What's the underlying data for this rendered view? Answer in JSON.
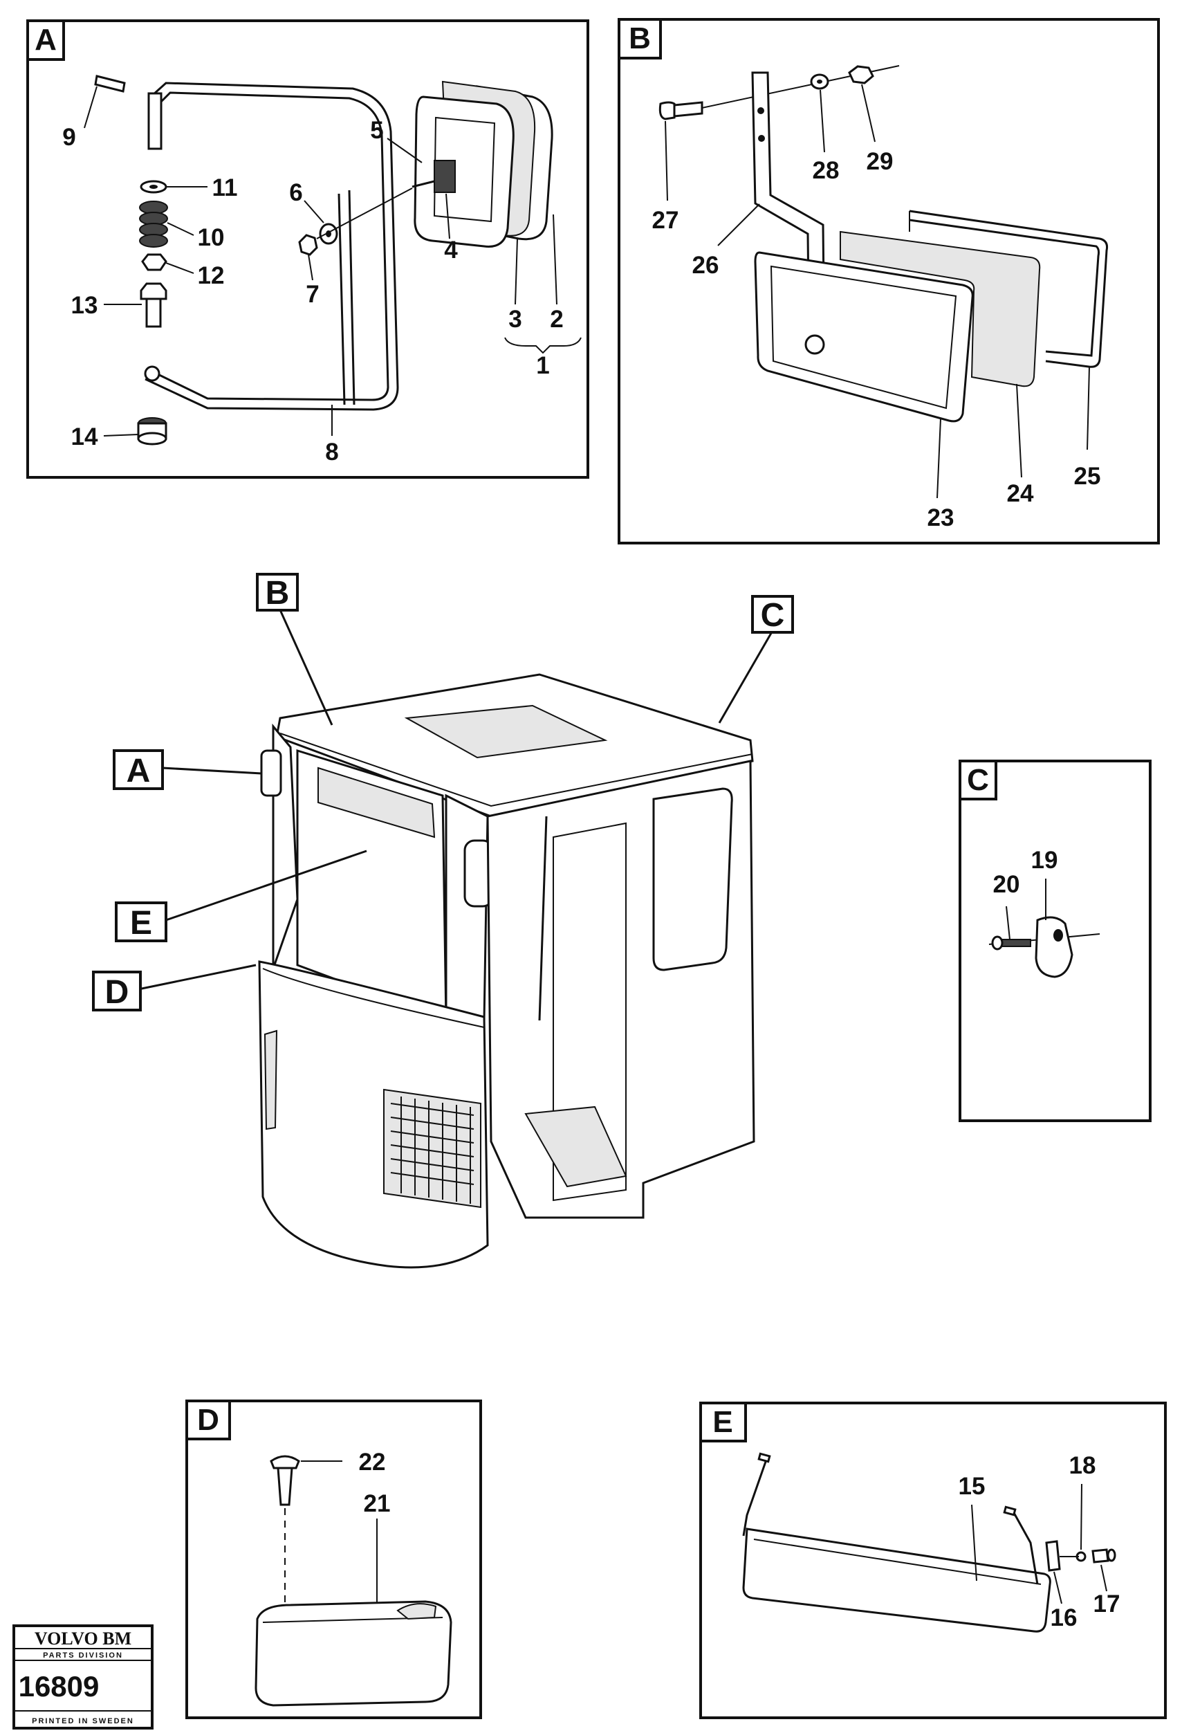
{
  "panels": {
    "A": {
      "label": "A",
      "callouts": [
        "9",
        "11",
        "10",
        "12",
        "13",
        "14",
        "8",
        "5",
        "6",
        "7",
        "4",
        "3",
        "2",
        "1"
      ]
    },
    "B": {
      "label": "B",
      "callouts": [
        "27",
        "28",
        "29",
        "26",
        "23",
        "24",
        "25"
      ]
    },
    "C": {
      "label": "C",
      "callouts": [
        "20",
        "19"
      ]
    },
    "D": {
      "label": "D",
      "callouts": [
        "22",
        "21"
      ]
    },
    "E": {
      "label": "E",
      "callouts": [
        "15",
        "18",
        "16",
        "17"
      ]
    }
  },
  "main_view_tags": [
    "B",
    "C",
    "A",
    "E",
    "D"
  ],
  "logo": {
    "brand": "VOLVO BM",
    "division": "PARTS DIVISION",
    "number": "16809",
    "footer": "PRINTED IN SWEDEN"
  }
}
